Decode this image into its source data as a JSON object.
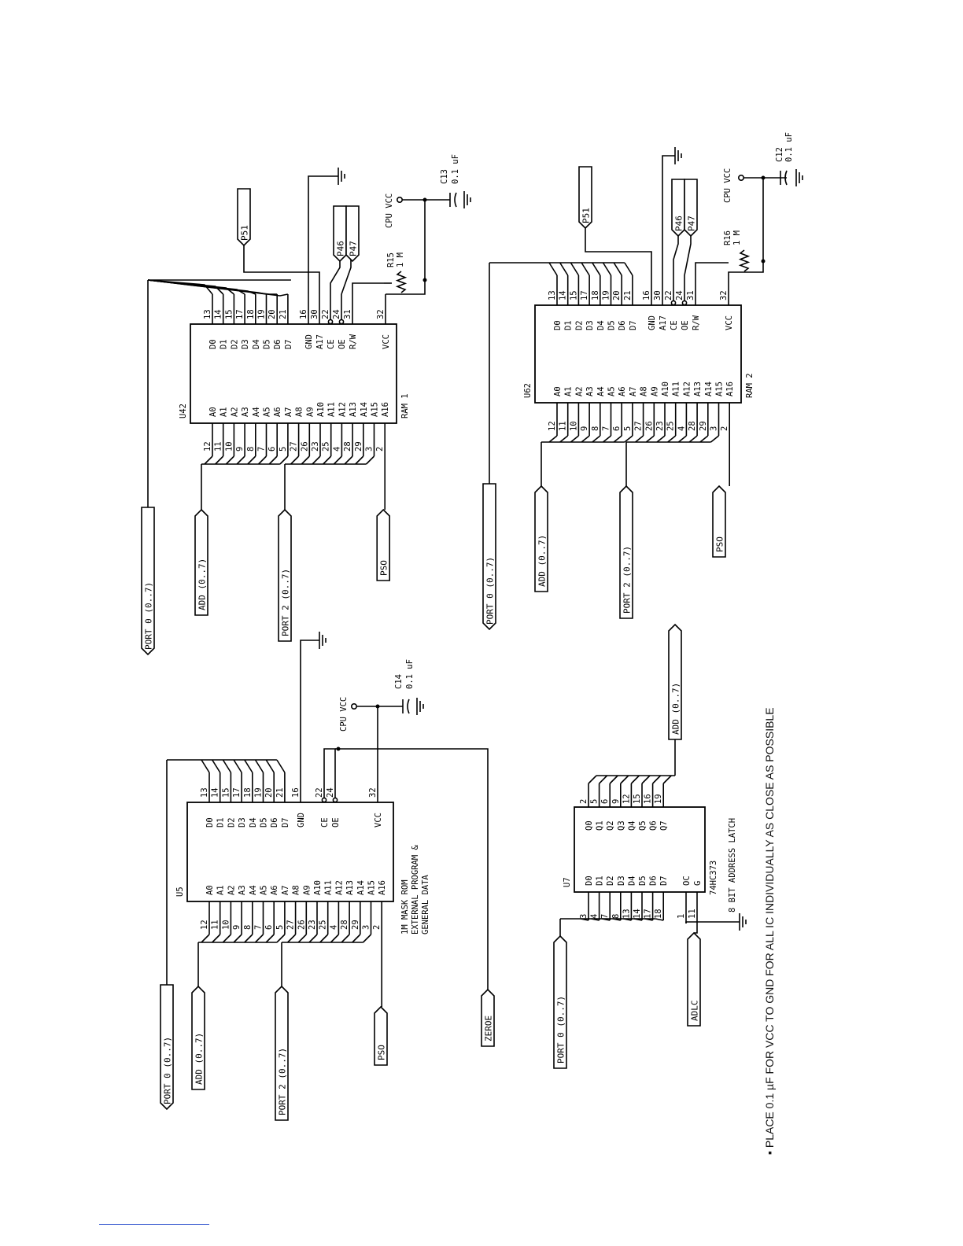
{
  "note": {
    "bullet": "▪",
    "text": "PLACE 0.1 µF FOR VCC TO GND FOR ALL IC INDIVIDUALLY AS CLOSE AS POSSIBLE"
  },
  "pins": {
    "addr_names": [
      "A0",
      "A1",
      "A2",
      "A3",
      "A4",
      "A5",
      "A6",
      "A7",
      "A8",
      "A9",
      "A10",
      "A11",
      "A12",
      "A13",
      "A14",
      "A15",
      "A16"
    ],
    "addr_nums": [
      "12",
      "11",
      "10",
      "9",
      "8",
      "7",
      "6",
      "5",
      "27",
      "26",
      "23",
      "25",
      "4",
      "28",
      "29",
      "3",
      "2"
    ],
    "data_names": [
      "D0",
      "D1",
      "D2",
      "D3",
      "D4",
      "D5",
      "D6",
      "D7"
    ],
    "data_nums": [
      "13",
      "14",
      "15",
      "17",
      "18",
      "19",
      "20",
      "21"
    ],
    "latch_in_names": [
      "D0",
      "D1",
      "D2",
      "D3",
      "D4",
      "D5",
      "D6",
      "D7"
    ],
    "latch_in_nums": [
      "3",
      "4",
      "7",
      "8",
      "13",
      "14",
      "17",
      "18"
    ],
    "latch_out_names": [
      "Q0",
      "Q1",
      "Q2",
      "Q3",
      "Q4",
      "Q5",
      "Q6",
      "Q7"
    ],
    "latch_out_nums": [
      "2",
      "5",
      "6",
      "9",
      "12",
      "15",
      "16",
      "19"
    ]
  },
  "ram1": {
    "ref": "U42",
    "name": "RAM 1",
    "ctrl_names": [
      "GND",
      "A17",
      "CE",
      "OE",
      "R/W",
      "VCC"
    ],
    "ctrl_nums": [
      "16",
      "30",
      "22",
      "24",
      "31",
      "32"
    ],
    "res_ref": "R15",
    "res_val": "1 M",
    "cap_ref": "C13",
    "cap_val": "0.1 uF",
    "supply": "CPU VCC",
    "ports": {
      "port0": "PORT 0 (0..7)",
      "add": "ADD (0..7)",
      "port2": "PORT 2 (0..7)",
      "psen": "PSO",
      "p51": "P51",
      "p46": "P46",
      "p47": "P47"
    }
  },
  "ram2": {
    "ref": "U62",
    "name": "RAM 2",
    "ctrl_names": [
      "GND",
      "A17",
      "CE",
      "OE",
      "R/W",
      "VCC"
    ],
    "ctrl_nums": [
      "16",
      "30",
      "22",
      "24",
      "31",
      "32"
    ],
    "res_ref": "R16",
    "res_val": "1 M",
    "cap_ref": "C12",
    "cap_val": "0.1 uF",
    "supply": "CPU VCC",
    "ports": {
      "port0": "PORT 0 (0..7)",
      "add": "ADD (0..7)",
      "port2": "PORT 2 (0..7)",
      "psen": "PSO",
      "p51": "P51",
      "p46": "P46",
      "p47": "P47"
    }
  },
  "rom": {
    "ref": "U5",
    "desc": [
      "1M MASK ROM",
      "EXTERNAL PROGRAM &",
      "GENERAL DATA"
    ],
    "ctrl_names": [
      "GND",
      "CE",
      "OE",
      "VCC"
    ],
    "ctrl_nums": [
      "16",
      "22",
      "24",
      "32"
    ],
    "cap_ref": "C14",
    "cap_val": "0.1 uF",
    "supply": "CPU VCC",
    "ports": {
      "port0": "PORT 0 (0..7)",
      "add": "ADD (0..7)",
      "port2": "PORT 2 (0..7)",
      "psen": "PSO",
      "zero": "ZEROE"
    }
  },
  "latch": {
    "ref": "U7",
    "part": "74HC373",
    "label": "8 BIT ADDRESS LATCH",
    "oc": "OC",
    "g": "G",
    "oc_num": "1",
    "g_num": "11",
    "ports": {
      "port0": "PORT 0 (0..7)",
      "addout": "ADD (0..7)",
      "adlc": "ADLC"
    }
  }
}
